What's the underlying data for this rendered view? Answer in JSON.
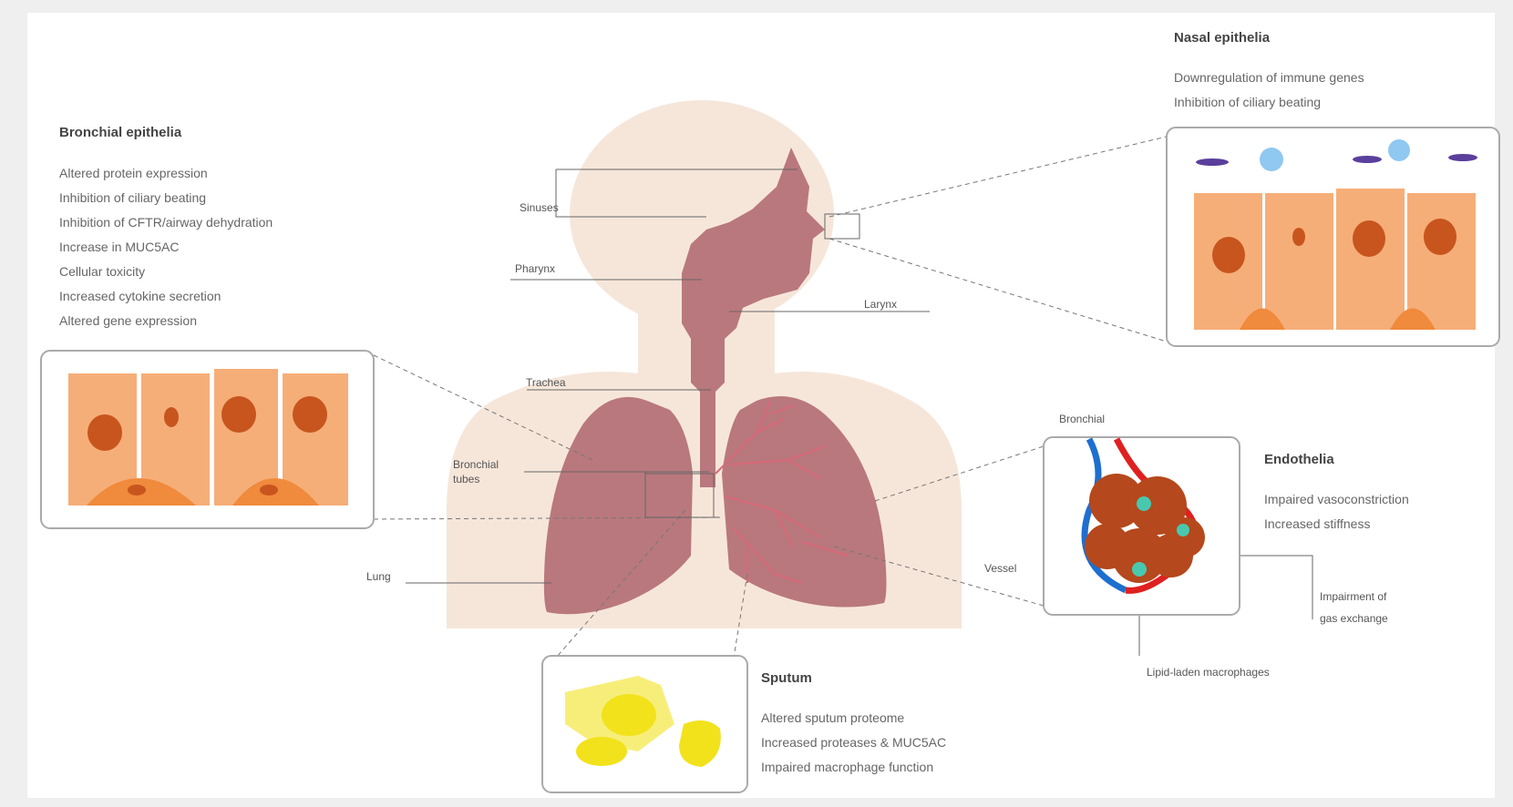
{
  "colors": {
    "body_silhouette": "#f6e6da",
    "airway": "#b9787d",
    "cell_light": "#f6ae78",
    "cell_nucleus": "#c8551e",
    "alveoli": "#b5481c",
    "vessel_blue": "#1d6fd0",
    "vessel_red": "#e02020",
    "macrophage_teal": "#49c8b0",
    "sputum_yellow": "#f2e21c",
    "leader_line": "#666666"
  },
  "panels": {
    "bronchial": {
      "title": "Bronchial epithelia",
      "items": [
        "Altered protein expression",
        "Inhibition of ciliary beating",
        "Inhibition of CFTR/airway dehydration",
        "Increase in MUC5AC",
        "Cellular toxicity",
        "Increased cytokine secretion",
        "Altered gene expression"
      ]
    },
    "nasal": {
      "title": "Nasal epithelia",
      "items": [
        "Downregulation of immune genes",
        "Inhibition of ciliary beating"
      ]
    },
    "endothelia": {
      "title": "Endothelia",
      "items": [
        "Impaired vasoconstriction",
        "Increased stiffness"
      ]
    },
    "sputum": {
      "title": "Sputum",
      "items": [
        "Altered sputum proteome",
        "Increased proteases & MUC5AC",
        "Impaired macrophage function"
      ]
    }
  },
  "labels": {
    "sinuses": "Sinuses",
    "pharynx": "Pharynx",
    "larynx": "Larynx",
    "trachea": "Trachea",
    "bronchial_tubes": [
      "Bronchial",
      "tubes"
    ],
    "lung": "Lung",
    "bronchial_vessel": "Bronchial",
    "vessel": "Vessel",
    "gas_exchange": [
      "Impairment of",
      "gas exchange"
    ],
    "macrophages": "Lipid-laden macrophages"
  }
}
